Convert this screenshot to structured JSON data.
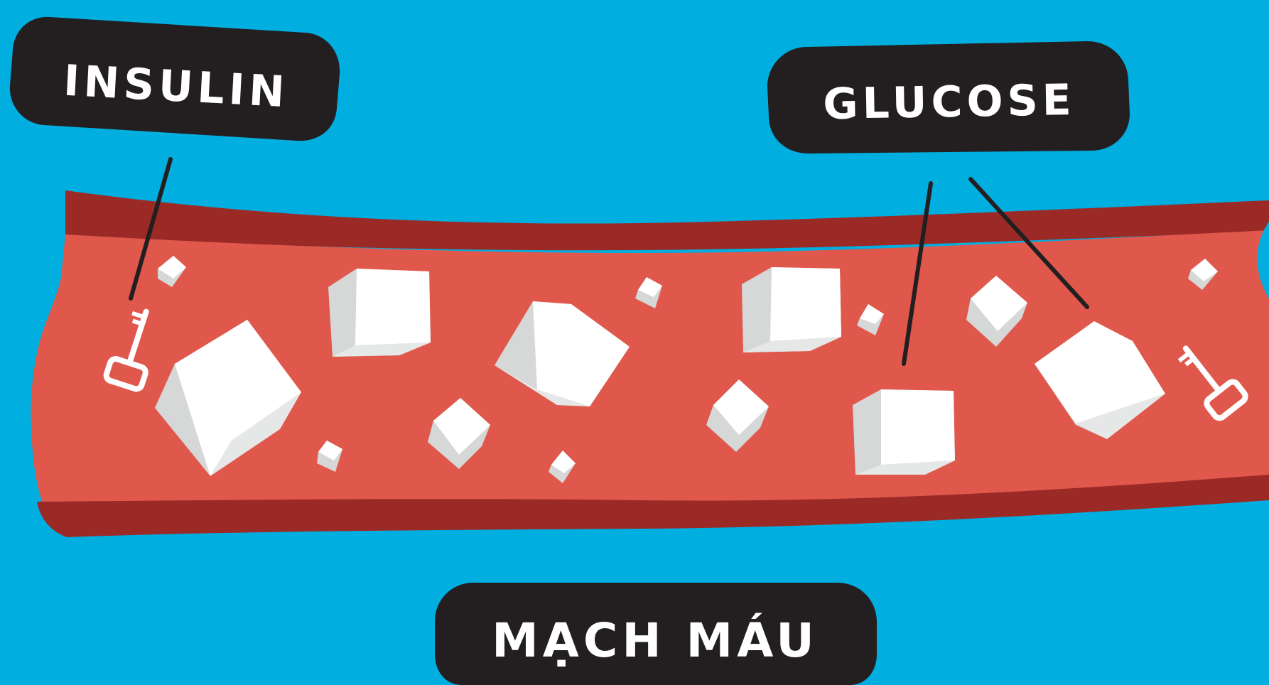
{
  "background_color": "#00aedf",
  "colors": {
    "vessel_wall": "#9b2a27",
    "blood": "#e0584c",
    "label_bg": "#231f20",
    "label_text": "#ffffff",
    "sugar_cube_light": "#ffffff",
    "sugar_cube_shadow": "#d6d7d7",
    "pointer_line": "#231f20",
    "key": "#ffffff"
  },
  "labels": {
    "insulin": "INSULIN",
    "glucose": "GLUCOSE",
    "vessel": "MẠCH MÁU"
  },
  "icons": {
    "key": "key-icon",
    "sugar_cube": "sugar-cube-icon"
  }
}
